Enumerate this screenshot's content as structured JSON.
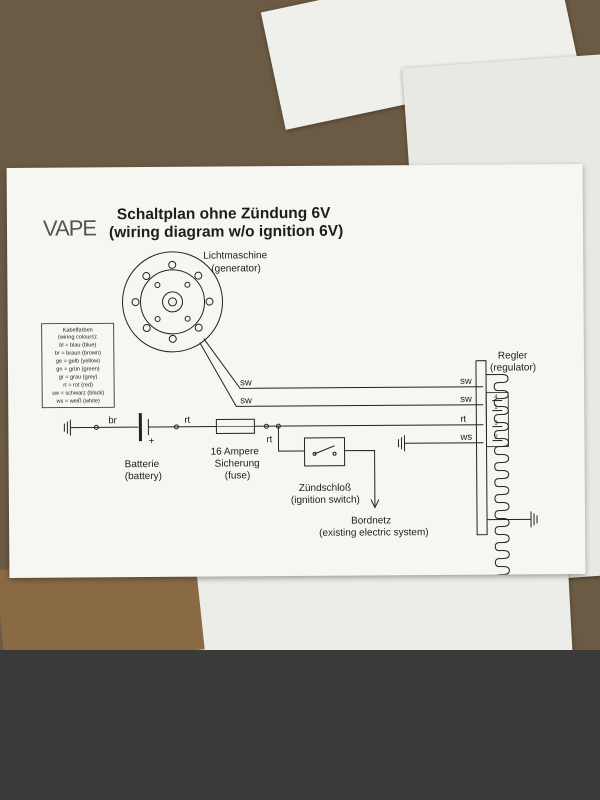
{
  "diagram": {
    "logo": "VAPE",
    "title_de": "Schaltplan ohne Zündung 6V",
    "title_en": "(wiring diagram w/o ignition 6V)",
    "generator": {
      "de": "Lichtmaschine",
      "en": "(generator)"
    },
    "regulator": {
      "de": "Regler",
      "en": "(regulator)"
    },
    "battery": {
      "de": "Batterie",
      "en": "(battery)",
      "plus": "+"
    },
    "fuse": {
      "de": "16 Ampere",
      "de2": "Sicherung",
      "en": "(fuse)"
    },
    "ignition_switch": {
      "de": "Zündschloß",
      "en": "(ignition switch)"
    },
    "onboard": {
      "de": "Bordnetz",
      "en": "(existing electric system)"
    },
    "wire_labels": {
      "sw": "sw",
      "br": "br",
      "rt": "rt",
      "ws": "ws"
    },
    "terminals": {
      "t1": "1",
      "t2": "2",
      "t3": "3",
      "t4": "4"
    },
    "legend": {
      "title_de": "Kabelfarben",
      "title_en": "(wiring colours):",
      "rows": [
        "bl = blau (blue)",
        "br = braun (brown)",
        "ge = gelb (yellow)",
        "gn = grün (green)",
        "gr = grau (grey)",
        "rt = rot (red)",
        "sw = schwarz (black)",
        "ws = weiß (white)"
      ]
    }
  }
}
